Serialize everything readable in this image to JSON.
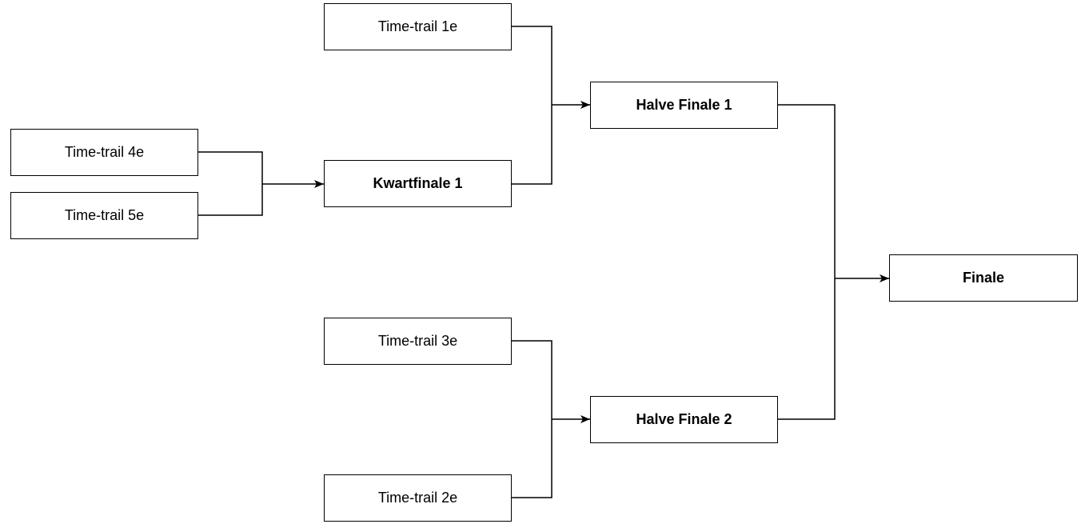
{
  "diagram": {
    "nodes": {
      "tt1": {
        "label": "Time-trail 1e"
      },
      "tt4": {
        "label": "Time-trail 4e"
      },
      "tt5": {
        "label": "Time-trail 5e"
      },
      "kf1": {
        "label": "Kwartfinale 1"
      },
      "hf1": {
        "label": "Halve Finale 1"
      },
      "hf2": {
        "label": "Halve Finale 2"
      },
      "fin": {
        "label": "Finale"
      },
      "tt3": {
        "label": "Time-trail 3e"
      },
      "tt2": {
        "label": "Time-trail 2e"
      }
    },
    "edges": [
      {
        "from": [
          "tt4",
          "tt5"
        ],
        "to": "kf1"
      },
      {
        "from": [
          "tt1",
          "kf1"
        ],
        "to": "hf1"
      },
      {
        "from": [
          "tt3",
          "tt2"
        ],
        "to": "hf2"
      },
      {
        "from": [
          "hf1",
          "hf2"
        ],
        "to": "fin"
      }
    ],
    "colors": {
      "stroke": "#000000",
      "fill": "#ffffff",
      "text": "#000000"
    }
  }
}
